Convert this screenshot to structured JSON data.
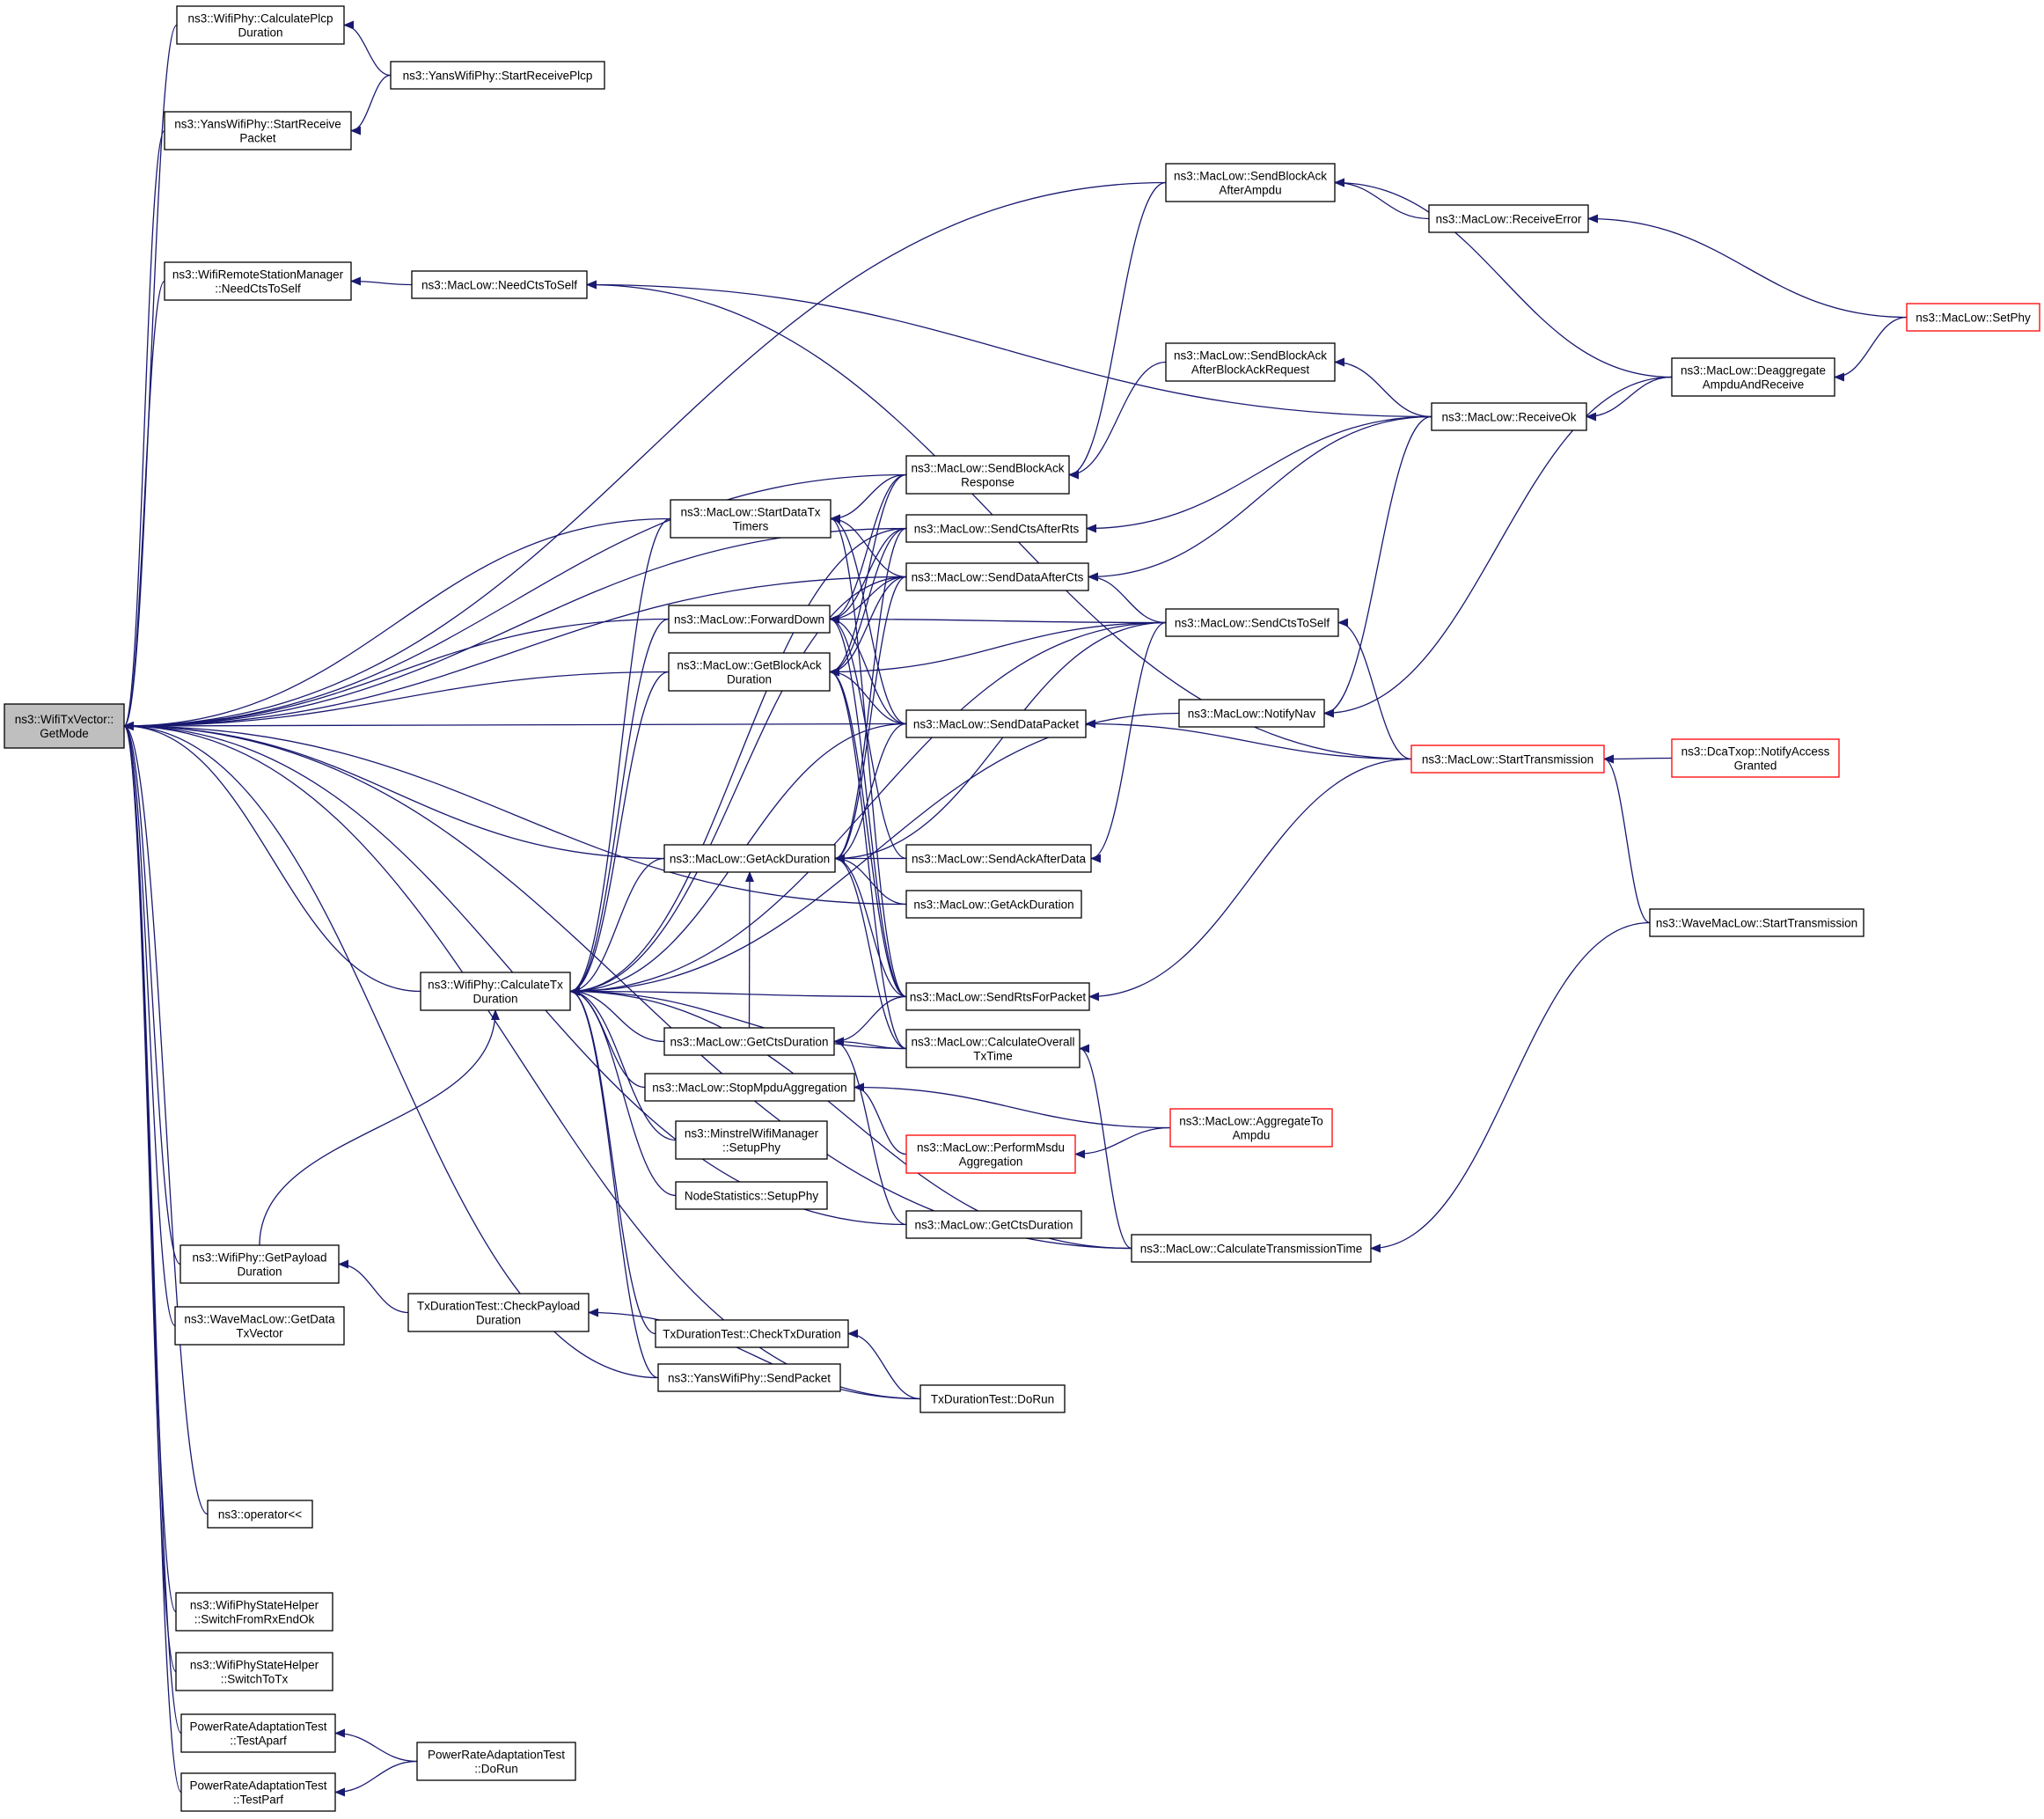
{
  "graph": {
    "colors": {
      "edge": "#191970",
      "node_border": "#000000",
      "node_fill": "#ffffff",
      "root_fill": "#bfbfbf",
      "truncated_border": "#ff0000",
      "text": "#000000"
    },
    "nodes": [
      {
        "id": "getmode",
        "lines": [
          "ns3::WifiTxVector::",
          "GetMode"
        ],
        "kind": "root"
      },
      {
        "id": "calcplcp",
        "lines": [
          "ns3::WifiPhy::CalculatePlcp",
          "Duration"
        ]
      },
      {
        "id": "yans_srplcp",
        "lines": [
          "ns3::YansWifiPhy::StartReceivePlcp"
        ]
      },
      {
        "id": "yans_srpacket",
        "lines": [
          "ns3::YansWifiPhy::StartReceive",
          "Packet"
        ]
      },
      {
        "id": "sendba_ampdu",
        "lines": [
          "ns3::MacLow::SendBlockAck",
          "AfterAmpdu"
        ]
      },
      {
        "id": "receiveerror",
        "lines": [
          "ns3::MacLow::ReceiveError"
        ]
      },
      {
        "id": "setphy",
        "lines": [
          "ns3::MacLow::SetPhy"
        ],
        "kind": "truncated"
      },
      {
        "id": "wrsm_needcts",
        "lines": [
          "ns3::WifiRemoteStationManager",
          "::NeedCtsToSelf"
        ]
      },
      {
        "id": "ml_needcts",
        "lines": [
          "ns3::MacLow::NeedCtsToSelf"
        ]
      },
      {
        "id": "sendba_bareq",
        "lines": [
          "ns3::MacLow::SendBlockAck",
          "AfterBlockAckRequest"
        ]
      },
      {
        "id": "deaggregate",
        "lines": [
          "ns3::MacLow::Deaggregate",
          "AmpduAndReceive"
        ]
      },
      {
        "id": "receiveok",
        "lines": [
          "ns3::MacLow::ReceiveOk"
        ]
      },
      {
        "id": "sendba_resp",
        "lines": [
          "ns3::MacLow::SendBlockAck",
          "Response"
        ]
      },
      {
        "id": "startdatatx",
        "lines": [
          "ns3::MacLow::StartDataTx",
          "Timers"
        ]
      },
      {
        "id": "sendctsafterrts",
        "lines": [
          "ns3::MacLow::SendCtsAfterRts"
        ]
      },
      {
        "id": "senddataaftercts",
        "lines": [
          "ns3::MacLow::SendDataAfterCts"
        ]
      },
      {
        "id": "forwarddown",
        "lines": [
          "ns3::MacLow::ForwardDown"
        ]
      },
      {
        "id": "sendctstoself",
        "lines": [
          "ns3::MacLow::SendCtsToSelf"
        ]
      },
      {
        "id": "getbadur",
        "lines": [
          "ns3::MacLow::GetBlockAck",
          "Duration"
        ]
      },
      {
        "id": "notifynav",
        "lines": [
          "ns3::MacLow::NotifyNav"
        ]
      },
      {
        "id": "senddatapacket",
        "lines": [
          "ns3::MacLow::SendDataPacket"
        ]
      },
      {
        "id": "starttx",
        "lines": [
          "ns3::MacLow::StartTransmission"
        ],
        "kind": "truncated"
      },
      {
        "id": "dcatxop",
        "lines": [
          "ns3::DcaTxop::NotifyAccess",
          "Granted"
        ],
        "kind": "truncated"
      },
      {
        "id": "getackdur1",
        "lines": [
          "ns3::MacLow::GetAckDuration"
        ]
      },
      {
        "id": "sendackafterdata",
        "lines": [
          "ns3::MacLow::SendAckAfterData"
        ]
      },
      {
        "id": "getackdur2",
        "lines": [
          "ns3::MacLow::GetAckDuration"
        ]
      },
      {
        "id": "wavemaclow_starttx",
        "lines": [
          "ns3::WaveMacLow::StartTransmission"
        ]
      },
      {
        "id": "calctxdur",
        "lines": [
          "ns3::WifiPhy::CalculateTx",
          "Duration"
        ]
      },
      {
        "id": "sendrts",
        "lines": [
          "ns3::MacLow::SendRtsForPacket"
        ]
      },
      {
        "id": "getctsdur1",
        "lines": [
          "ns3::MacLow::GetCtsDuration"
        ]
      },
      {
        "id": "calcoverall",
        "lines": [
          "ns3::MacLow::CalculateOverall",
          "TxTime"
        ]
      },
      {
        "id": "stopmpdu",
        "lines": [
          "ns3::MacLow::StopMpduAggregation"
        ]
      },
      {
        "id": "aggregateto",
        "lines": [
          "ns3::MacLow::AggregateTo",
          "Ampdu"
        ],
        "kind": "truncated"
      },
      {
        "id": "minstrel",
        "lines": [
          "ns3::MinstrelWifiManager",
          "::SetupPhy"
        ]
      },
      {
        "id": "performmsdu",
        "lines": [
          "ns3::MacLow::PerformMsdu",
          "Aggregation"
        ],
        "kind": "truncated"
      },
      {
        "id": "nodestats",
        "lines": [
          "NodeStatistics::SetupPhy"
        ]
      },
      {
        "id": "getctsdur2",
        "lines": [
          "ns3::MacLow::GetCtsDuration"
        ]
      },
      {
        "id": "calctranstime",
        "lines": [
          "ns3::MacLow::CalculateTransmissionTime"
        ]
      },
      {
        "id": "getpayload",
        "lines": [
          "ns3::WifiPhy::GetPayload",
          "Duration"
        ]
      },
      {
        "id": "wave_getdata",
        "lines": [
          "ns3::WaveMacLow::GetData",
          "TxVector"
        ]
      },
      {
        "id": "checkpayload",
        "lines": [
          "TxDurationTest::CheckPayload",
          "Duration"
        ]
      },
      {
        "id": "checktxdur",
        "lines": [
          "TxDurationTest::CheckTxDuration"
        ]
      },
      {
        "id": "yans_sendpacket",
        "lines": [
          "ns3::YansWifiPhy::SendPacket"
        ]
      },
      {
        "id": "txdur_dorun",
        "lines": [
          "TxDurationTest::DoRun"
        ]
      },
      {
        "id": "operator",
        "lines": [
          "ns3::operator<<"
        ]
      },
      {
        "id": "wpsh_rxendok",
        "lines": [
          "ns3::WifiPhyStateHelper",
          "::SwitchFromRxEndOk"
        ]
      },
      {
        "id": "wpsh_switchtotx",
        "lines": [
          "ns3::WifiPhyStateHelper",
          "::SwitchToTx"
        ]
      },
      {
        "id": "prat_aparf",
        "lines": [
          "PowerRateAdaptationTest",
          "::TestAparf"
        ]
      },
      {
        "id": "prat_dorun",
        "lines": [
          "PowerRateAdaptationTest",
          "::DoRun"
        ]
      },
      {
        "id": "prat_parf",
        "lines": [
          "PowerRateAdaptationTest",
          "::TestParf"
        ]
      }
    ],
    "edges": [
      [
        "calcplcp",
        "getmode"
      ],
      [
        "yans_srplcp",
        "calcplcp"
      ],
      [
        "yans_srpacket",
        "getmode"
      ],
      [
        "yans_srplcp",
        "yans_srpacket"
      ],
      [
        "sendba_ampdu",
        "getmode"
      ],
      [
        "receiveerror",
        "sendba_ampdu"
      ],
      [
        "deaggregate",
        "sendba_ampdu"
      ],
      [
        "setphy",
        "receiveerror"
      ],
      [
        "setphy",
        "deaggregate"
      ],
      [
        "deaggregate",
        "receiveok"
      ],
      [
        "wrsm_needcts",
        "getmode"
      ],
      [
        "ml_needcts",
        "wrsm_needcts"
      ],
      [
        "receiveok",
        "ml_needcts"
      ],
      [
        "starttx",
        "ml_needcts"
      ],
      [
        "receiveok",
        "sendba_bareq"
      ],
      [
        "sendba_bareq",
        "sendba_resp"
      ],
      [
        "sendba_ampdu",
        "sendba_resp"
      ],
      [
        "receiveok",
        "sendctsafterrts"
      ],
      [
        "receiveok",
        "senddataaftercts"
      ],
      [
        "sendba_resp",
        "getmode"
      ],
      [
        "sendctsafterrts",
        "getmode"
      ],
      [
        "senddataaftercts",
        "getmode"
      ],
      [
        "startdatatx",
        "getmode"
      ],
      [
        "sendba_resp",
        "startdatatx"
      ],
      [
        "senddataaftercts",
        "startdatatx"
      ],
      [
        "senddatapacket",
        "startdatatx"
      ],
      [
        "sendrts",
        "startdatatx"
      ],
      [
        "forwarddown",
        "getmode"
      ],
      [
        "sendba_resp",
        "forwarddown"
      ],
      [
        "sendctsafterrts",
        "forwarddown"
      ],
      [
        "senddataaftercts",
        "forwarddown"
      ],
      [
        "sendctstoself",
        "forwarddown"
      ],
      [
        "senddatapacket",
        "forwarddown"
      ],
      [
        "sendackafterdata",
        "forwarddown"
      ],
      [
        "sendrts",
        "forwarddown"
      ],
      [
        "getbadur",
        "getmode"
      ],
      [
        "sendba_resp",
        "getbadur"
      ],
      [
        "sendctsafterrts",
        "getbadur"
      ],
      [
        "senddataaftercts",
        "getbadur"
      ],
      [
        "sendctstoself",
        "getbadur"
      ],
      [
        "senddatapacket",
        "getbadur"
      ],
      [
        "sendrts",
        "getbadur"
      ],
      [
        "calcoverall",
        "getbadur"
      ],
      [
        "sendctstoself",
        "senddataaftercts"
      ],
      [
        "starttx",
        "sendctstoself"
      ],
      [
        "deaggregate",
        "notifynav"
      ],
      [
        "receiveok",
        "notifynav"
      ],
      [
        "senddatapacket",
        "getmode"
      ],
      [
        "starttx",
        "senddatapacket"
      ],
      [
        "dcatxop",
        "starttx"
      ],
      [
        "wavemaclow_starttx",
        "starttx"
      ],
      [
        "getackdur1",
        "getmode"
      ],
      [
        "getackdur1",
        "calctxdur"
      ],
      [
        "sendctsafterrts",
        "getackdur1"
      ],
      [
        "senddataaftercts",
        "getackdur1"
      ],
      [
        "sendctstoself",
        "getackdur1"
      ],
      [
        "senddatapacket",
        "getackdur1"
      ],
      [
        "sendackafterdata",
        "getackdur1"
      ],
      [
        "getackdur2",
        "getackdur1"
      ],
      [
        "sendrts",
        "getackdur1"
      ],
      [
        "calcoverall",
        "getackdur1"
      ],
      [
        "sendctstoself",
        "sendackafterdata"
      ],
      [
        "getackdur2",
        "getmode"
      ],
      [
        "calctxdur",
        "getmode"
      ],
      [
        "startdatatx",
        "calctxdur"
      ],
      [
        "forwarddown",
        "calctxdur"
      ],
      [
        "getbadur",
        "calctxdur"
      ],
      [
        "sendctsafterrts",
        "calctxdur"
      ],
      [
        "senddataaftercts",
        "calctxdur"
      ],
      [
        "senddatapacket",
        "calctxdur"
      ],
      [
        "sendrts",
        "calctxdur"
      ],
      [
        "sendctstoself",
        "calctxdur"
      ],
      [
        "notifynav",
        "calctxdur"
      ],
      [
        "getctsdur1",
        "calctxdur"
      ],
      [
        "stopmpdu",
        "calctxdur"
      ],
      [
        "minstrel",
        "calctxdur"
      ],
      [
        "nodestats",
        "calctxdur"
      ],
      [
        "calcoverall",
        "calctxdur"
      ],
      [
        "calctranstime",
        "calctxdur"
      ],
      [
        "getpayload",
        "calctxdur"
      ],
      [
        "checktxdur",
        "calctxdur"
      ],
      [
        "yans_sendpacket",
        "calctxdur"
      ],
      [
        "starttx",
        "sendrts"
      ],
      [
        "getctsdur1",
        "getackdur1"
      ],
      [
        "sendrts",
        "getctsdur1"
      ],
      [
        "calcoverall",
        "getctsdur1"
      ],
      [
        "getctsdur2",
        "getctsdur1"
      ],
      [
        "calctranstime",
        "calcoverall"
      ],
      [
        "aggregateto",
        "stopmpdu"
      ],
      [
        "performmsdu",
        "stopmpdu"
      ],
      [
        "aggregateto",
        "performmsdu"
      ],
      [
        "wavemaclow_starttx",
        "calctranstime"
      ],
      [
        "getpayload",
        "getmode"
      ],
      [
        "checkpayload",
        "getpayload"
      ],
      [
        "txdur_dorun",
        "checkpayload"
      ],
      [
        "txdur_dorun",
        "checktxdur"
      ],
      [
        "wave_getdata",
        "getmode"
      ],
      [
        "yans_sendpacket",
        "getmode"
      ],
      [
        "txdur_dorun",
        "getmode"
      ],
      [
        "getctsdur2",
        "getmode"
      ],
      [
        "calctranstime",
        "getmode"
      ],
      [
        "operator",
        "getmode"
      ],
      [
        "wpsh_rxendok",
        "getmode"
      ],
      [
        "wpsh_switchtotx",
        "getmode"
      ],
      [
        "prat_aparf",
        "getmode"
      ],
      [
        "prat_parf",
        "getmode"
      ],
      [
        "prat_dorun",
        "prat_aparf"
      ],
      [
        "prat_dorun",
        "prat_parf"
      ]
    ]
  }
}
